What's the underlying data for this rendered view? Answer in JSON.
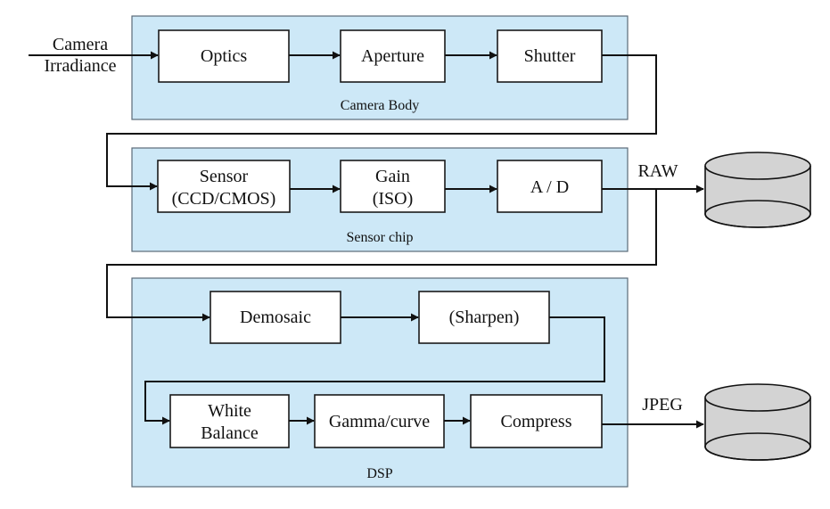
{
  "diagram": {
    "input_label": [
      "Camera",
      "Irradiance"
    ],
    "groups": {
      "camera_body": "Camera Body",
      "sensor_chip": "Sensor chip",
      "dsp": "DSP"
    },
    "blocks": {
      "optics": [
        "Optics"
      ],
      "aperture": [
        "Aperture"
      ],
      "shutter": [
        "Shutter"
      ],
      "sensor": [
        "Sensor",
        "(CCD/CMOS)"
      ],
      "gain": [
        "Gain",
        "(ISO)"
      ],
      "ad": [
        "A / D"
      ],
      "demosaic": [
        "Demosaic"
      ],
      "sharpen": [
        "(Sharpen)"
      ],
      "white_balance": [
        "White",
        "Balance"
      ],
      "gamma": [
        "Gamma/curve"
      ],
      "compress": [
        "Compress"
      ]
    },
    "outputs": {
      "raw": "RAW",
      "jpeg": "JPEG"
    }
  }
}
